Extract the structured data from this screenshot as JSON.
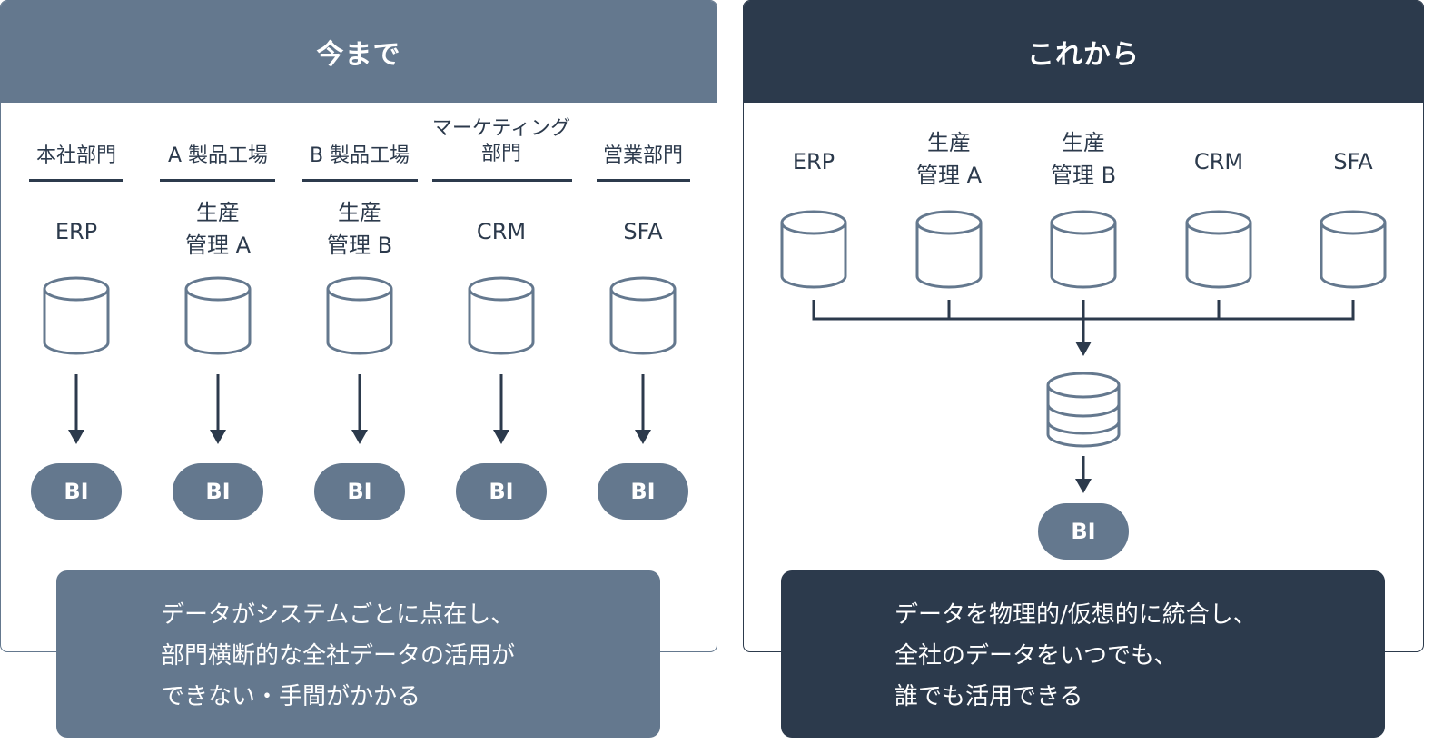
{
  "colors": {
    "before_accent": "#64788e",
    "after_accent": "#2c3a4c",
    "line_dark": "#2c3a4c",
    "cylinder_stroke": "#64788e"
  },
  "before": {
    "title": "今まで",
    "columns": [
      {
        "department": [
          "本社部門"
        ],
        "system": [
          "ERP"
        ],
        "bi": "BI"
      },
      {
        "department": [
          "A 製品工場"
        ],
        "system": [
          "生産",
          "管理 A"
        ],
        "bi": "BI"
      },
      {
        "department": [
          "B 製品工場"
        ],
        "system": [
          "生産",
          "管理 B"
        ],
        "bi": "BI"
      },
      {
        "department": [
          "マーケティング",
          "部門"
        ],
        "system": [
          "CRM"
        ],
        "bi": "BI"
      },
      {
        "department": [
          "営業部門"
        ],
        "system": [
          "SFA"
        ],
        "bi": "BI"
      }
    ],
    "note": [
      "データがシステムごとに点在し、",
      "部門横断的な全社データの活用が",
      "できない・手間がかかる"
    ]
  },
  "after": {
    "title": "これから",
    "systems": [
      {
        "label": [
          "ERP"
        ]
      },
      {
        "label": [
          "生産",
          "管理 A"
        ]
      },
      {
        "label": [
          "生産",
          "管理 B"
        ]
      },
      {
        "label": [
          "CRM"
        ]
      },
      {
        "label": [
          "SFA"
        ]
      }
    ],
    "integrated_db_icon": "stacked-database-icon",
    "bi": "BI",
    "note": [
      "データを物理的/仮想的に統合し、",
      "全社のデータをいつでも、",
      "誰でも活用できる"
    ]
  }
}
